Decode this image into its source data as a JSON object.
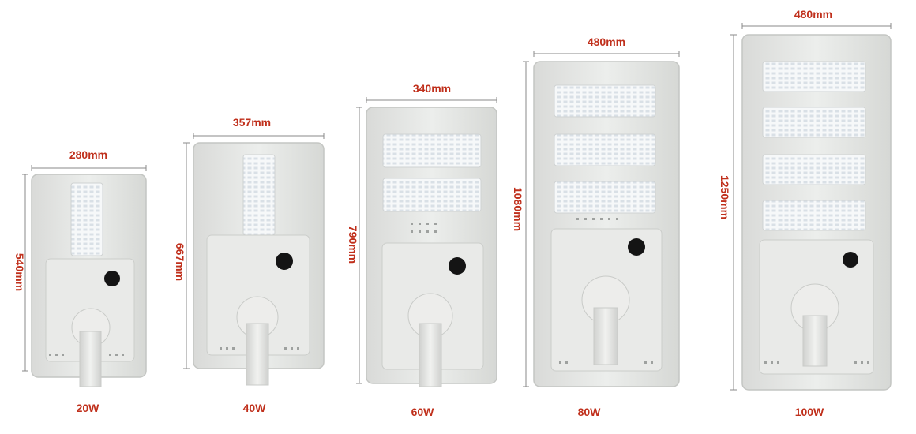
{
  "colors": {
    "label": "#c0301c",
    "dimension_line": "#8a8a8a",
    "housing": "#e3e4e2",
    "housing_edge": "#c4c6c3",
    "panel": "#e9eae8",
    "led_module": "#f4f6f7",
    "led_chip": "#dfe5ea",
    "sensor": "#141414"
  },
  "products": [
    {
      "width_label": "280mm",
      "height_label": "540mm",
      "power_label": "20W",
      "led_modules": 1
    },
    {
      "width_label": "357mm",
      "height_label": "667mm",
      "power_label": "40W",
      "led_modules": 1
    },
    {
      "width_label": "340mm",
      "height_label": "790mm",
      "power_label": "60W",
      "led_modules": 2
    },
    {
      "width_label": "480mm",
      "height_label": "1080mm",
      "power_label": "80W",
      "led_modules": 3
    },
    {
      "width_label": "480mm",
      "height_label": "1250mm",
      "power_label": "100W",
      "led_modules": 4
    }
  ]
}
